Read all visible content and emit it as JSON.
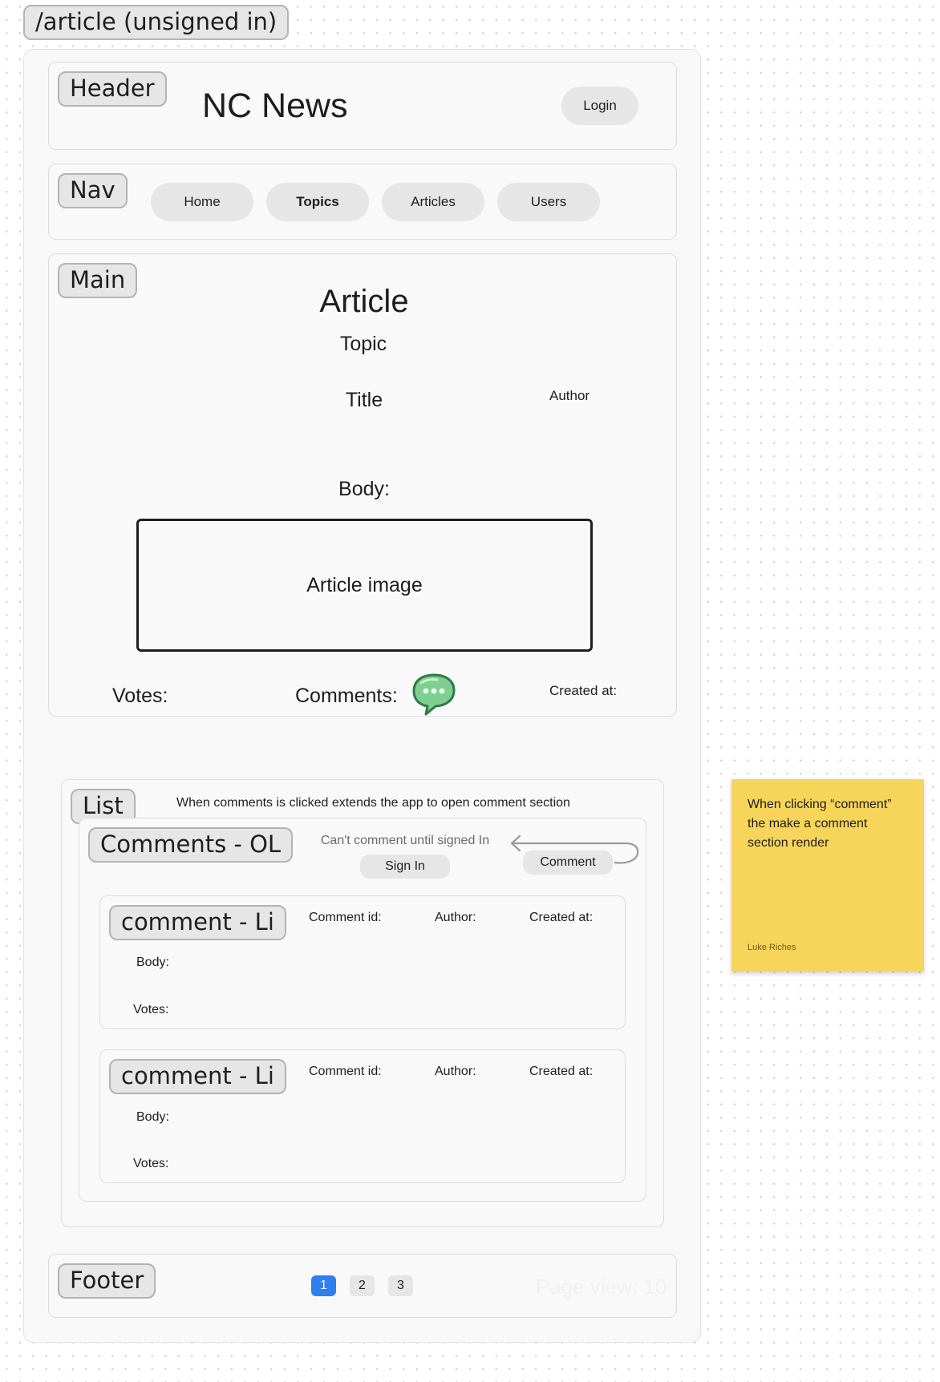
{
  "page_label": "/article (unsigned in)",
  "header": {
    "tag": "Header",
    "site_title": "NC News",
    "login_label": "Login"
  },
  "nav": {
    "tag": "Nav",
    "items": [
      {
        "label": "Home"
      },
      {
        "label": "Topics"
      },
      {
        "label": "Articles"
      },
      {
        "label": "Users"
      }
    ]
  },
  "main": {
    "tag": "Main",
    "heading": "Article",
    "topic": "Topic",
    "title": "Title",
    "author": "Author",
    "body_label": "Body:",
    "image_label": "Article image",
    "votes_label": "Votes:",
    "comments_label": "Comments:",
    "comments_icon": "speech-bubble-icon",
    "created_label": "Created at:"
  },
  "list": {
    "tag": "List",
    "note": "When comments is clicked extends the app to open comment section",
    "ol_tag": "Comments - OL",
    "signed_out_text": "Can't comment until signed In",
    "sign_in_label": "Sign In",
    "comment_label": "Comment",
    "comments": [
      {
        "tag": "comment - Li",
        "id_label": "Comment id:",
        "author_label": "Author:",
        "created_label": "Created at:",
        "body_label": "Body:",
        "votes_label": "Votes:"
      },
      {
        "tag": "comment - Li",
        "id_label": "Comment id:",
        "author_label": "Author:",
        "created_label": "Created at:",
        "body_label": "Body:",
        "votes_label": "Votes:"
      }
    ]
  },
  "footer": {
    "tag": "Footer",
    "pages": [
      "1",
      "2",
      "3"
    ],
    "active_page": "1",
    "page_view_text": "Page view: 10"
  },
  "sticky_note": {
    "text": "When clicking “comment” the make a comment section render",
    "author": "Luke Riches"
  },
  "colors": {
    "pagination_active": "#2f7ff0",
    "sticky_bg": "#f7d45a",
    "icon_green": "#4caf6a"
  }
}
